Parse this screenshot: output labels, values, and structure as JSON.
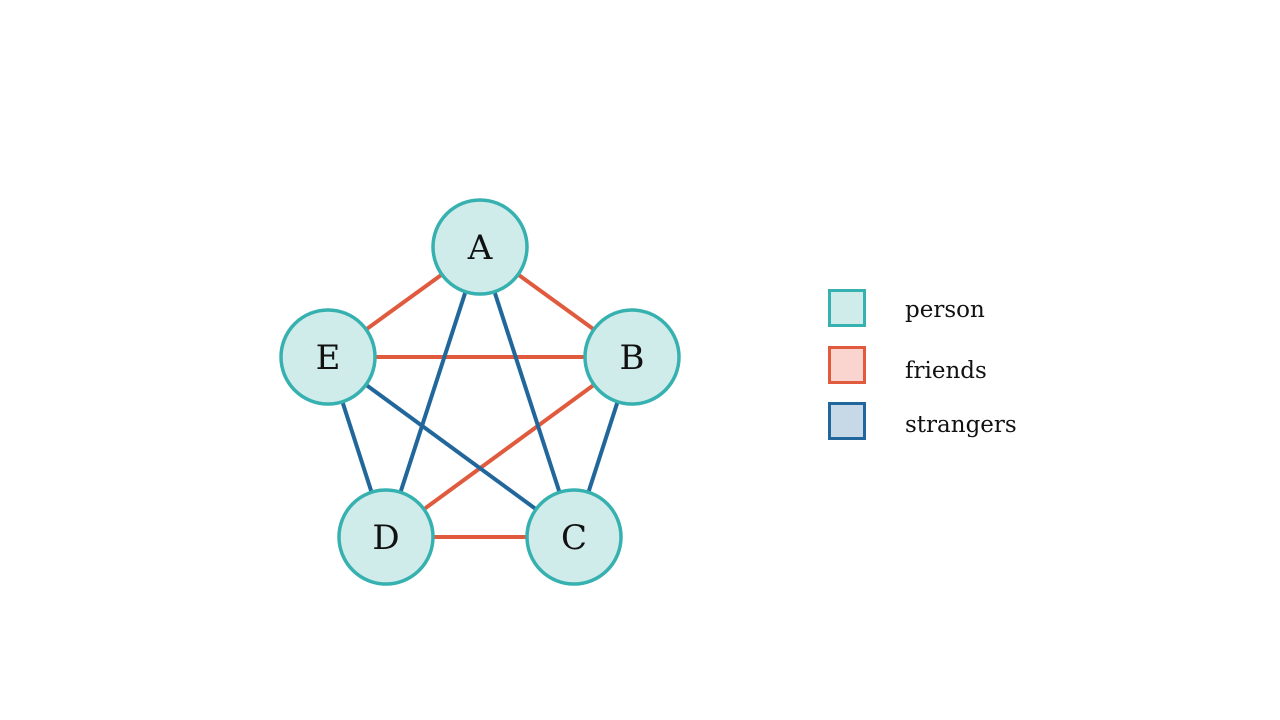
{
  "diagram": {
    "nodes": [
      {
        "id": "A",
        "label": "A"
      },
      {
        "id": "B",
        "label": "B"
      },
      {
        "id": "C",
        "label": "C"
      },
      {
        "id": "D",
        "label": "D"
      },
      {
        "id": "E",
        "label": "E"
      }
    ],
    "edges": [
      {
        "from": "A",
        "to": "B",
        "relation": "friends"
      },
      {
        "from": "A",
        "to": "E",
        "relation": "friends"
      },
      {
        "from": "E",
        "to": "B",
        "relation": "friends"
      },
      {
        "from": "D",
        "to": "B",
        "relation": "friends"
      },
      {
        "from": "D",
        "to": "C",
        "relation": "friends"
      },
      {
        "from": "A",
        "to": "D",
        "relation": "strangers"
      },
      {
        "from": "A",
        "to": "C",
        "relation": "strangers"
      },
      {
        "from": "E",
        "to": "D",
        "relation": "strangers"
      },
      {
        "from": "E",
        "to": "C",
        "relation": "strangers"
      },
      {
        "from": "B",
        "to": "C",
        "relation": "strangers"
      }
    ]
  },
  "legend": {
    "person": {
      "label": "person",
      "fill": "#cfecea",
      "stroke": "#36b1b0"
    },
    "friends": {
      "label": "friends",
      "fill": "#fad4cf",
      "stroke": "#e05a3e"
    },
    "strangers": {
      "label": "strangers",
      "fill": "#c7d9e7",
      "stroke": "#21679b"
    }
  }
}
